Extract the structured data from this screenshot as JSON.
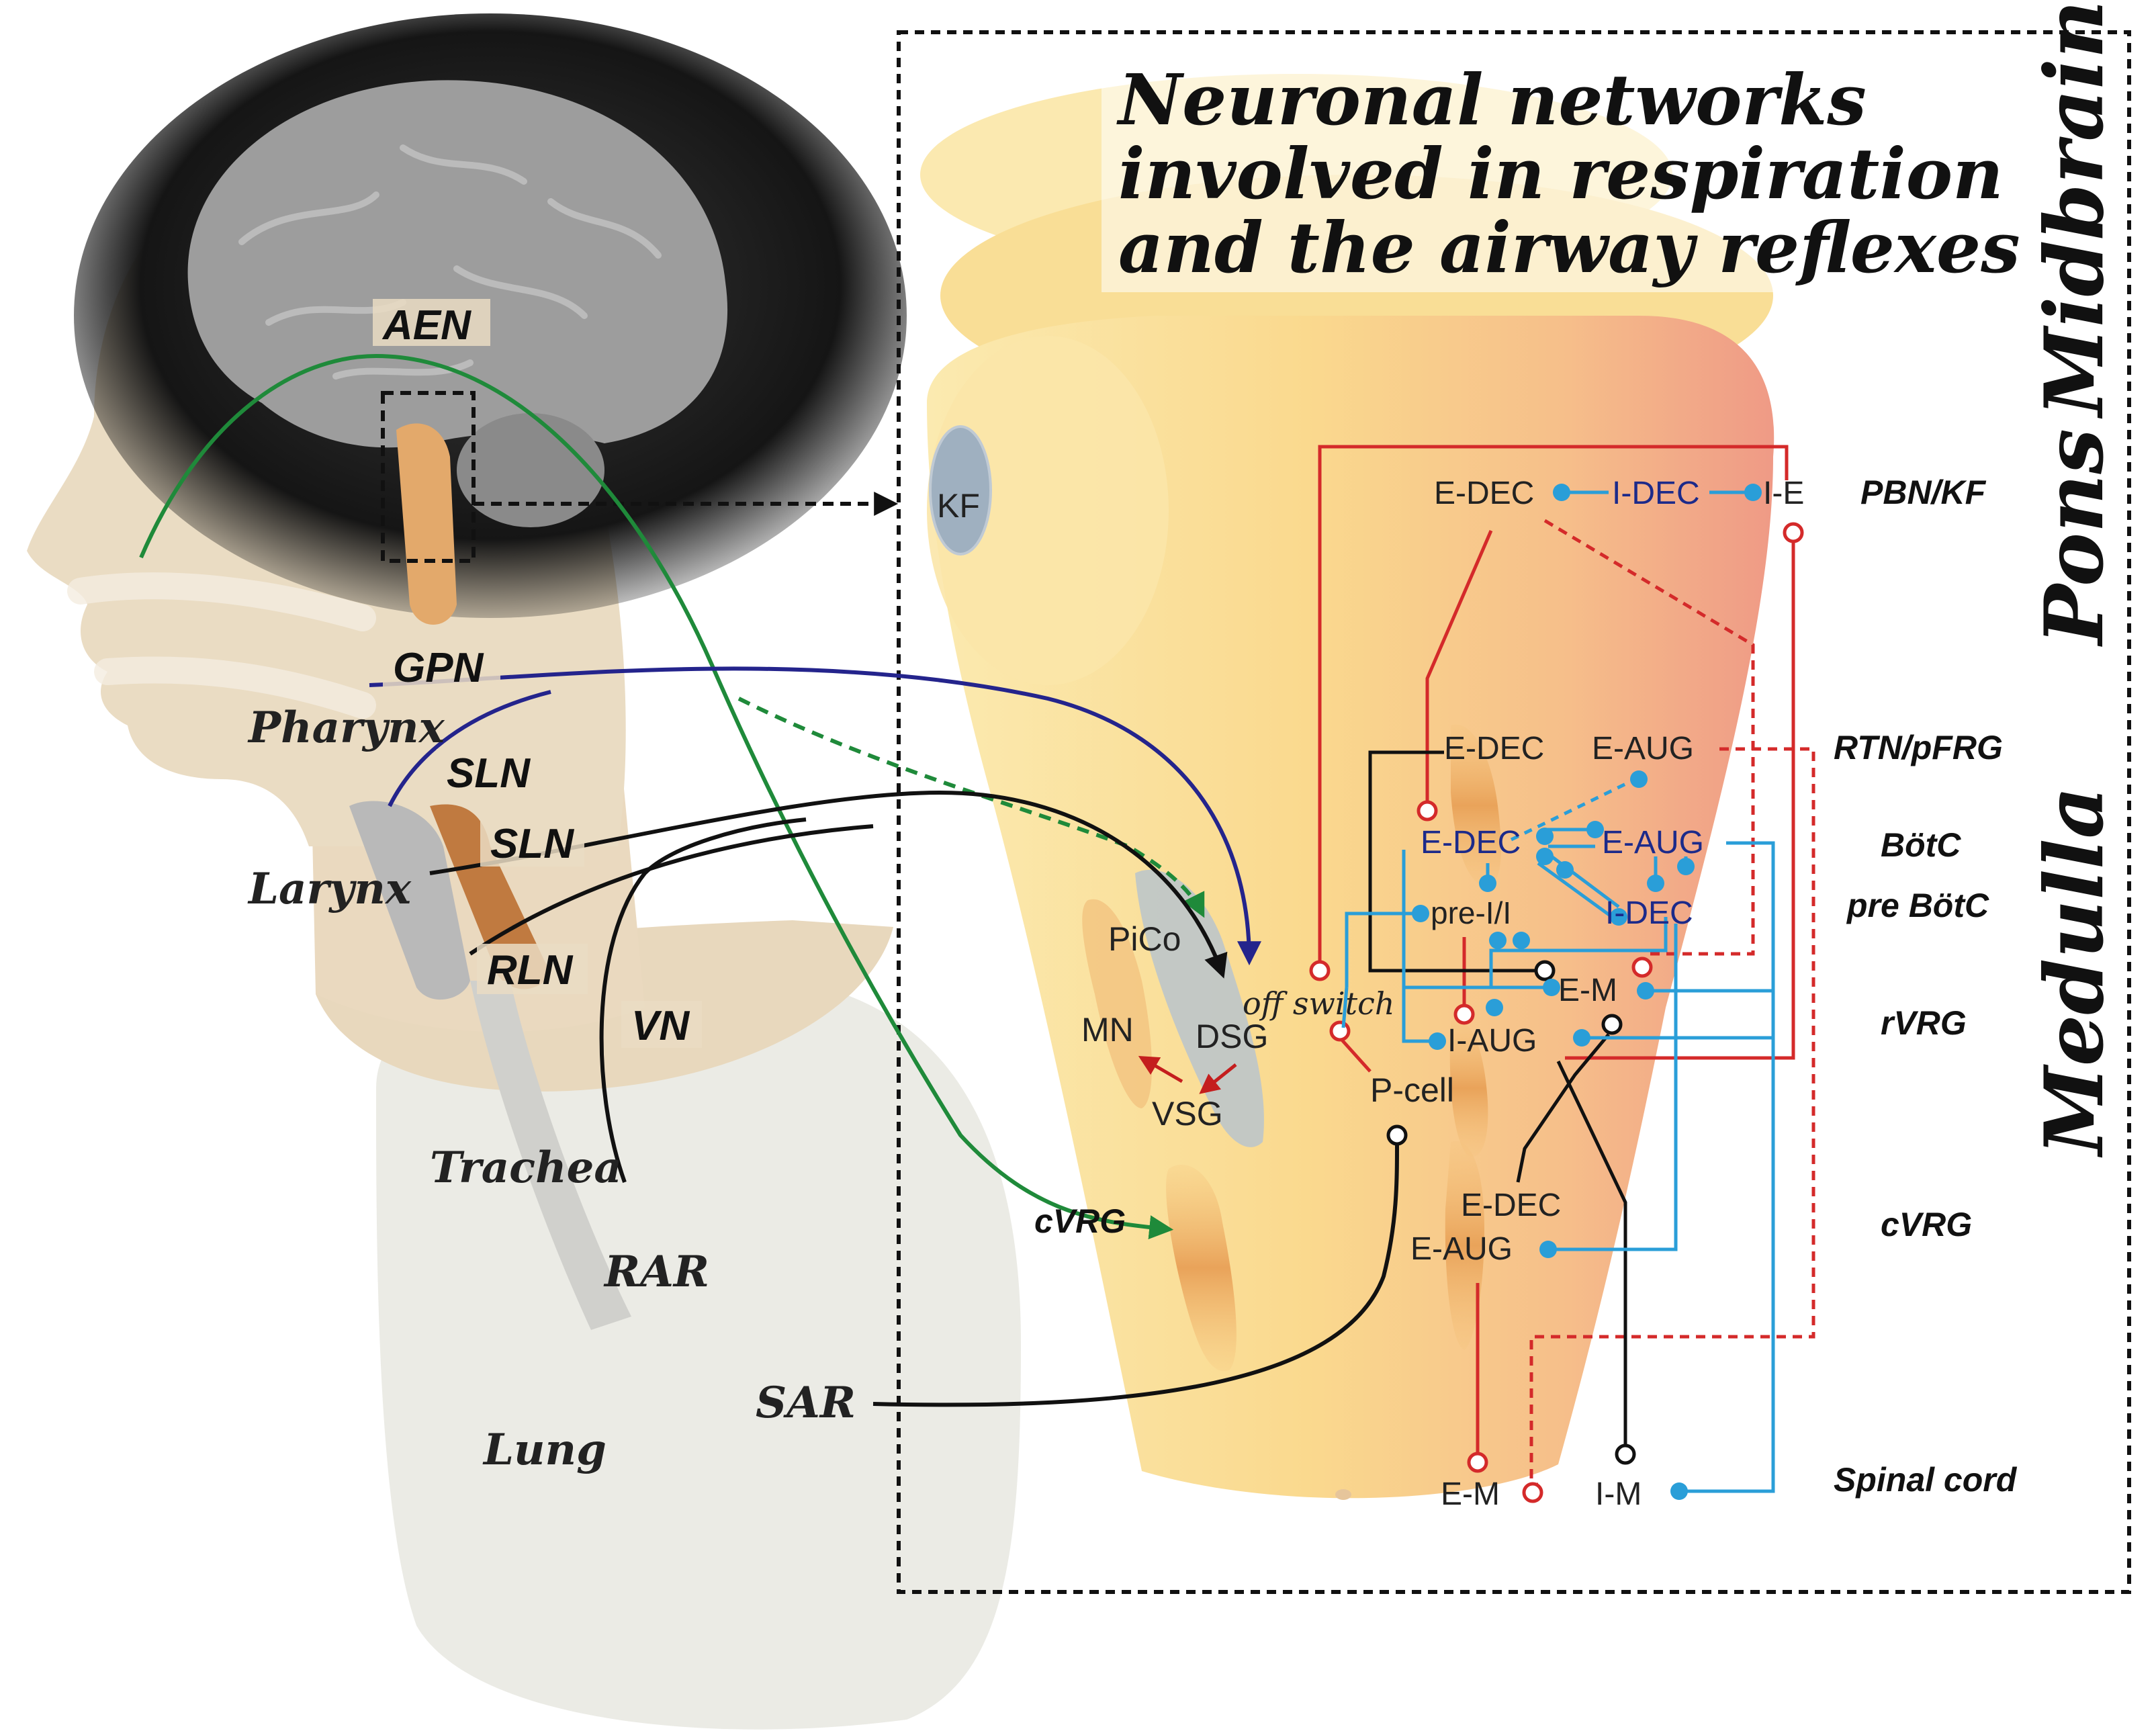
{
  "title": {
    "line1": "Neuronal networks",
    "line2": "involved in respiration",
    "line3": "and the airway reflexes"
  },
  "head_labels": {
    "aen": "AEN",
    "gpn": "GPN",
    "pharynx": "Pharynx",
    "sln_upper": "SLN",
    "sln_lower": "SLN",
    "larynx": "Larynx",
    "rln": "RLN",
    "vn": "VN",
    "trachea": "Trachea",
    "rar": "RAR",
    "sar": "SAR",
    "lung": "Lung"
  },
  "brainstem_labels": {
    "kf": "KF",
    "pico": "PiCo",
    "dsg": "DSG",
    "off_switch": "off switch",
    "mn": "MN",
    "vsg": "VSG",
    "cvrg_left": "cVRG",
    "p_cell": "P-cell"
  },
  "neurons": {
    "pons_e_dec": "E-DEC",
    "pons_i_dec": "I-DEC",
    "pons_i_e": "I-E",
    "rtn_e_dec": "E-DEC",
    "rtn_e_aug": "E-AUG",
    "botc_e_dec": "E-DEC",
    "botc_e_aug": "E-AUG",
    "pre_i": "pre-I/I",
    "prebotc_i_dec": "I-DEC",
    "rvrg_e_m": "E-M",
    "rvrg_i_aug": "I-AUG",
    "cvrg_e_dec": "E-DEC",
    "cvrg_e_aug": "E-AUG",
    "spinal_e_m": "E-M",
    "spinal_i_m": "I-M"
  },
  "regions": {
    "pbn_kf": "PBN/KF",
    "rtn_pfrg": "RTN/pFRG",
    "botc": "BötC",
    "pre_botc": "pre BötC",
    "rvrg": "rVRG",
    "cvrg": "cVRG",
    "spinal_cord": "Spinal cord"
  },
  "brain_divisions": {
    "midbrain": "Midbrain",
    "pons": "Pons",
    "medulla": "Medulla"
  },
  "colors": {
    "excitatory_red": "#d42a2a",
    "inhibitory_blue": "#2a9ed8",
    "vagal_black": "#111111",
    "gpn_navy": "#24248c",
    "aen_green": "#1f8a3a"
  }
}
